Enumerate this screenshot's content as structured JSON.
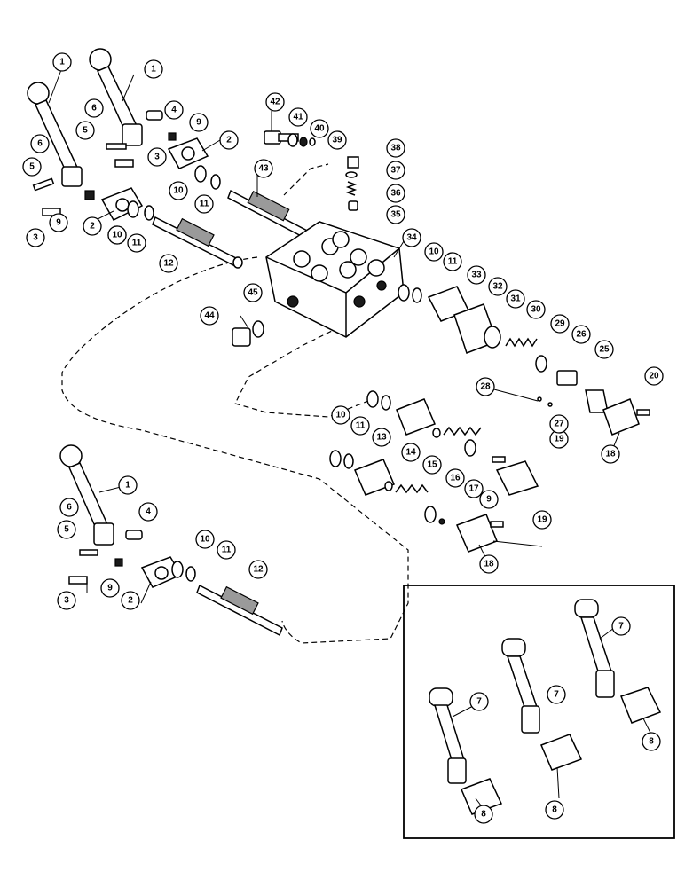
{
  "callouts": [
    "1",
    "2",
    "3",
    "4",
    "5",
    "6",
    "7",
    "8",
    "9",
    "10",
    "11",
    "12",
    "13",
    "14",
    "15",
    "16",
    "17",
    "18",
    "19",
    "20",
    "25",
    "26",
    "27",
    "28",
    "29",
    "30",
    "31",
    "32",
    "33",
    "34",
    "35",
    "36",
    "37",
    "38",
    "39",
    "40",
    "41",
    "42",
    "43",
    "44",
    "45"
  ]
}
